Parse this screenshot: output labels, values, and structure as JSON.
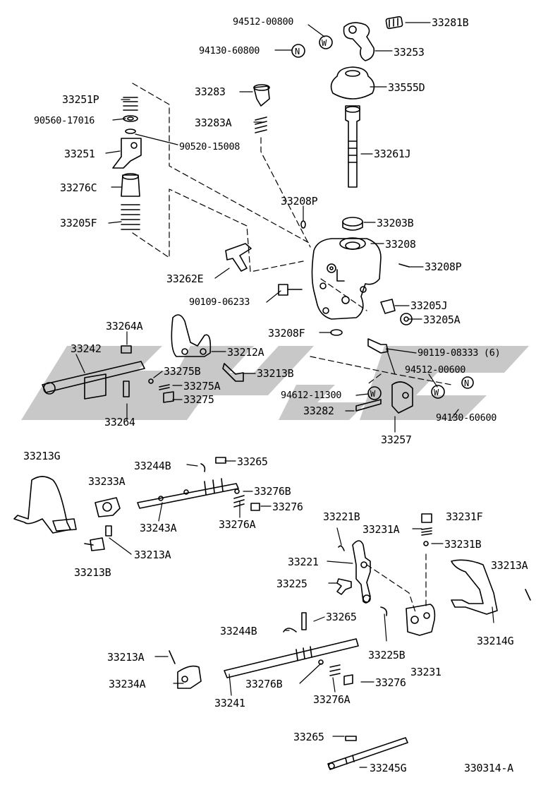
{
  "diagram": {
    "watermark_color": "#c8c8c8",
    "footer_code": "330314-A",
    "symbols": {
      "washer": "W",
      "nut": "N"
    },
    "labels": {
      "p94512_00800": "94512-00800",
      "p33281B": "33281B",
      "p94130_60800": "94130-60800",
      "p33253": "33253",
      "p33555D": "33555D",
      "p33251P": "33251P",
      "p33283": "33283",
      "p90560_17016": "90560-17016",
      "p33283A": "33283A",
      "p90520_15008": "90520-15008",
      "p33251": "33251",
      "p33261J": "33261J",
      "p33276C": "33276C",
      "p33208P_a": "33208P",
      "p33205F": "33205F",
      "p33203B": "33203B",
      "p33208": "33208",
      "p33262E": "33262E",
      "p33208P_b": "33208P",
      "p90109_06233": "90109-06233",
      "p33205J": "33205J",
      "p33205A": "33205A",
      "p33264A": "33264A",
      "p33208F": "33208F",
      "p33242": "33242",
      "p33212A": "33212A",
      "p90119_08333": "90119-08333 (6)",
      "p33275B": "33275B",
      "p33213B_a": "33213B",
      "p94512_00600": "94512-00600",
      "p33275A": "33275A",
      "p94612_11300": "94612-11300",
      "p33275": "33275",
      "p33282": "33282",
      "p94130_60600": "94130-60600",
      "p33264": "33264",
      "p33257": "33257",
      "p33213G": "33213G",
      "p33244B_a": "33244B",
      "p33265_a": "33265",
      "p33233A": "33233A",
      "p33276B_a": "33276B",
      "p33276_a": "33276",
      "p33243A": "33243A",
      "p33276A_a": "33276A",
      "p33221B": "33221B",
      "p33231F": "33231F",
      "p33231A": "33231A",
      "p33213A_a": "33213A",
      "p33231B": "33231B",
      "p33213B_b": "33213B",
      "p33221": "33221",
      "p33213A_b": "33213A",
      "p33225": "33225",
      "p33265_b": "33265",
      "p33214G": "33214G",
      "p33244B_b": "33244B",
      "p33225B": "33225B",
      "p33213A_c": "33213A",
      "p33231": "33231",
      "p33234A": "33234A",
      "p33276B_b": "33276B",
      "p33276_b": "33276",
      "p33241": "33241",
      "p33276A_b": "33276A",
      "p33265_c": "33265",
      "p33245G": "33245G"
    }
  }
}
